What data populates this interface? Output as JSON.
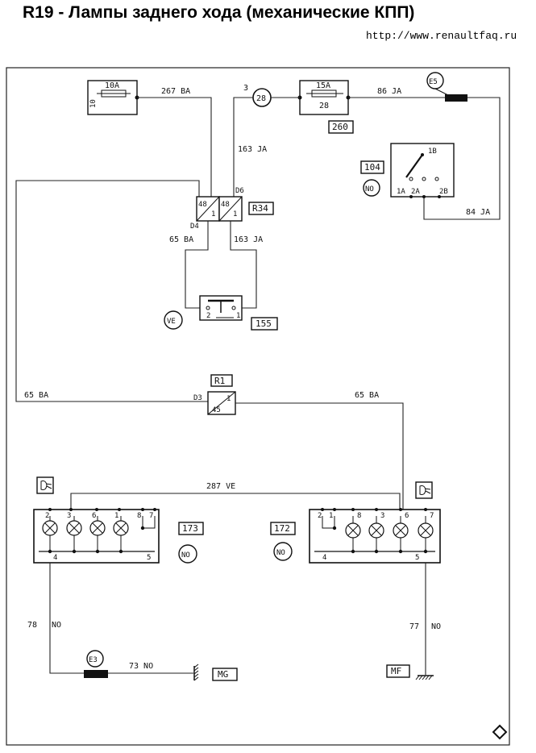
{
  "header": {
    "title": "R19 - Лампы заднего хода (механические КПП)",
    "url": "http://www.renaultfaq.ru"
  },
  "fuse_left": {
    "rating": "10A",
    "number": "10"
  },
  "fuse_right": {
    "rating": "15A",
    "number": "28"
  },
  "fuse_box_id": "260",
  "circle_28": "28",
  "pin_3": "3",
  "connector_e5": "E5",
  "connector_e3": "E3",
  "switch_104": {
    "id": "104",
    "color": "NO",
    "pins": {
      "p1b": "1B",
      "p1a": "1A",
      "p2a": "2A",
      "p2b": "2B"
    }
  },
  "relay_r34": {
    "id": "R34",
    "d4": "D4",
    "d6": "D6",
    "p48a": "48",
    "p1a": "1",
    "p48b": "48",
    "p1b": "1"
  },
  "switch_155": {
    "id": "155",
    "color": "VE",
    "pin2": "2",
    "pin1": "1"
  },
  "connector_r1": {
    "id": "R1",
    "d3": "D3",
    "p1": "1",
    "p45": "45"
  },
  "lamp_left": {
    "id": "173",
    "color": "NO",
    "pins_top": [
      "2",
      "3",
      "6",
      "1",
      "8",
      "7"
    ],
    "pin4": "4",
    "pin5": "5"
  },
  "lamp_right": {
    "id": "172",
    "color": "NO",
    "pins_top": [
      "2",
      "1",
      "8",
      "3",
      "6",
      "7"
    ],
    "pin4": "4",
    "pin5": "5"
  },
  "wires": {
    "w267": "267 BA",
    "w86": "86 JA",
    "w163a": "163 JA",
    "w84": "84 JA",
    "w65a": "65 BA",
    "w163b": "163 JA",
    "w65l": "65 BA",
    "w65r": "65 BA",
    "w287": "287 VE",
    "w78": "78",
    "w78c": "NO",
    "w73": "73 NO",
    "w77": "77",
    "w77c": "NO"
  },
  "grounds": {
    "mg": "MG",
    "mf": "MF"
  }
}
